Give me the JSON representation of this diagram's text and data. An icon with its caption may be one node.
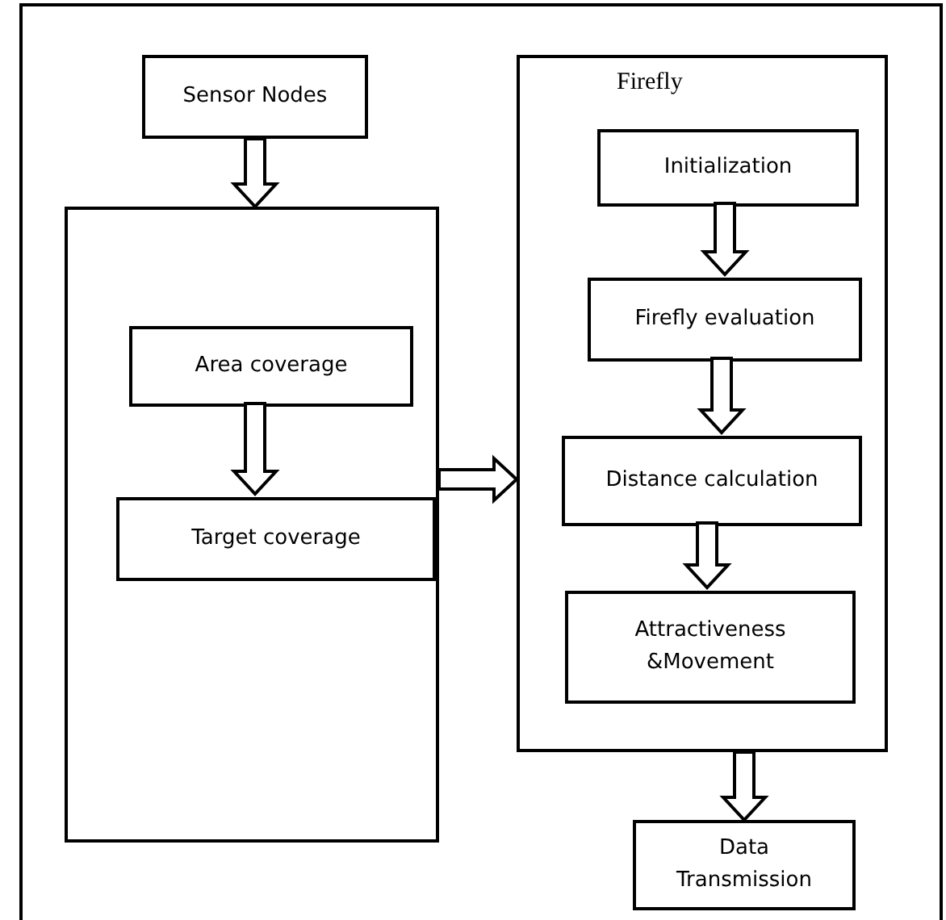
{
  "diagram": {
    "nodes": [
      {
        "text": [
          "Sensor Nodes"
        ]
      },
      {
        "text": [],
        "shape": "box"
      },
      {
        "text": [
          "Area coverage"
        ],
        "in": 1
      },
      {
        "text": [
          "Target coverage"
        ],
        "in": 1
      },
      {
        "text": [
          "Firefly"
        ]
      },
      {
        "text": [
          "Initialization"
        ],
        "in": 4
      },
      {
        "text": [
          "Firefly evaluation"
        ],
        "in": 4
      },
      {
        "text": [
          "Distance calculation"
        ],
        "in": 4
      },
      {
        "text": [
          "Attractiveness &Movement"
        ],
        "in": 4
      },
      {
        "text": [
          "Data Transmission"
        ]
      }
    ],
    "edges": [
      {
        "from": 0,
        "to": 1,
        "arrow": "to"
      },
      {
        "from": 2,
        "to": 3,
        "arrow": "to"
      },
      {
        "from": 1,
        "to": 4,
        "arrow": "to"
      },
      {
        "from": 5,
        "to": 6,
        "arrow": "to"
      },
      {
        "from": 6,
        "to": 7,
        "arrow": "to"
      },
      {
        "from": 7,
        "to": 8,
        "arrow": "to"
      },
      {
        "from": 4,
        "to": 9,
        "arrow": "to"
      }
    ]
  }
}
